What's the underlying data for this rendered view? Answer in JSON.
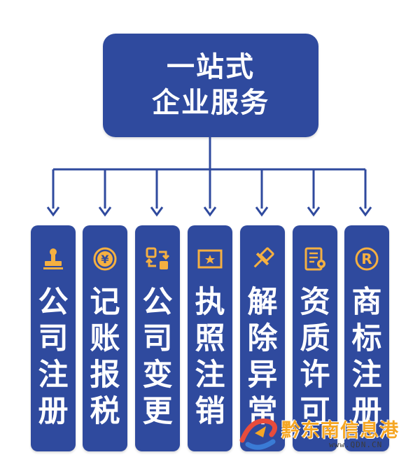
{
  "top": {
    "line1": "一站式",
    "line2": "企业服务"
  },
  "services": [
    {
      "label": "公司注册",
      "icon": "stamp-icon"
    },
    {
      "label": "记账报税",
      "icon": "yen-coin-icon"
    },
    {
      "label": "公司变更",
      "icon": "swap-icon"
    },
    {
      "label": "执照注销",
      "icon": "certificate-frame-icon"
    },
    {
      "label": "解除异常",
      "icon": "pushpin-icon"
    },
    {
      "label": "资质许可",
      "icon": "document-seal-icon"
    },
    {
      "label": "商标注册",
      "icon": "registered-trademark-icon"
    }
  ],
  "watermark": {
    "text": "黔东南信息港",
    "url": "www.QDN.CN"
  },
  "colors": {
    "box": "#2f4a9e",
    "connector": "#2f4a9e",
    "icon": "#f5b041",
    "text": "#ffffff"
  }
}
